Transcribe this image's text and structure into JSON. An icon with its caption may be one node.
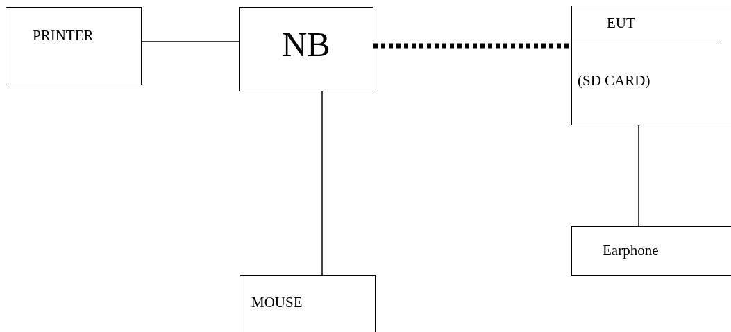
{
  "diagram": {
    "nodes": [
      {
        "text": [
          "PRINTER"
        ]
      },
      {
        "text": [
          "NB"
        ]
      },
      {
        "text": [
          "EUT",
          "(SD CARD)"
        ]
      },
      {
        "text": [
          "Earphone"
        ]
      },
      {
        "text": [
          "MOUSE"
        ]
      }
    ],
    "edges": [
      {
        "from": 0,
        "to": 1,
        "arrow": "none"
      },
      {
        "from": 1,
        "to": 2,
        "arrow": "none",
        "style": "dashed"
      },
      {
        "from": 1,
        "to": 4,
        "arrow": "none"
      },
      {
        "from": 2,
        "to": 3,
        "arrow": "none"
      }
    ]
  }
}
